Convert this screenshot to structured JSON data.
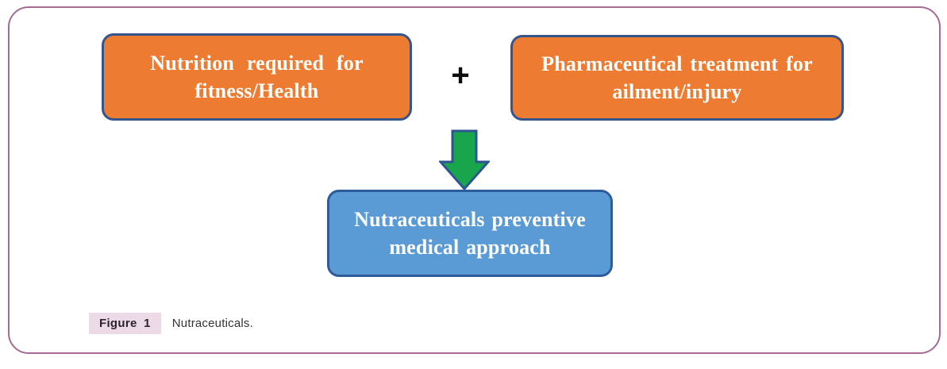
{
  "panel": {
    "border_color": "#a76a93",
    "background": "#ffffff"
  },
  "diagram": {
    "nutrition_box": {
      "line1": "Nutrition required for",
      "line2": "fitness/Health",
      "fill": "#ed7b31",
      "border_color": "#35568c",
      "text_color": "#ffffff"
    },
    "plus_sign": "+",
    "pharma_box": {
      "line1": "Pharmaceutical treatment for",
      "line2": "ailment/injury",
      "fill": "#ed7b31",
      "border_color": "#35568c",
      "text_color": "#ffffff"
    },
    "arrow": {
      "icon": "down-arrow-icon",
      "fill": "#18a54b",
      "border_color": "#2e5492"
    },
    "result_box": {
      "line1": "Nutraceuticals preventive",
      "line2": "medical approach",
      "fill": "#5b9bd5",
      "border_color": "#2e5b9b",
      "text_color": "#ffffff"
    }
  },
  "caption": {
    "label": "Figure 1",
    "text": "Nutraceuticals.",
    "highlight_color": "#ecdae6"
  }
}
